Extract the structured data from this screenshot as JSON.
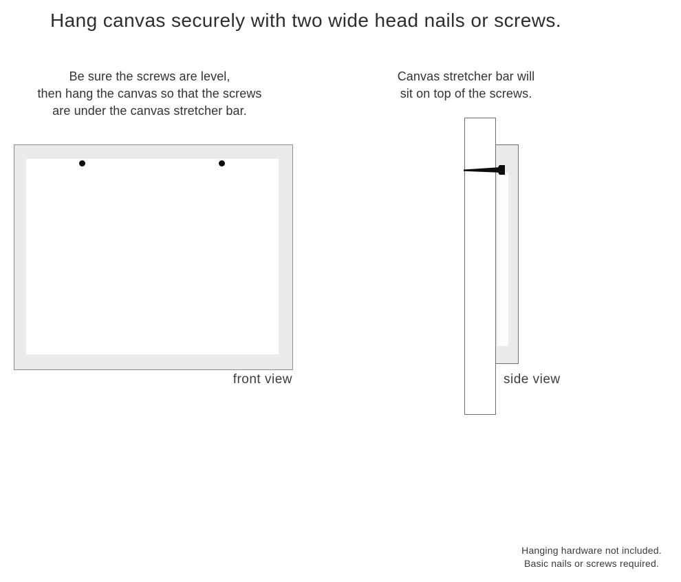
{
  "page": {
    "title": "Hang canvas securely with two wide head nails or screws."
  },
  "instructions": {
    "front": {
      "lines": [
        "Be sure the screws are level,",
        "then hang the canvas so that the screws",
        "are under the canvas stretcher bar."
      ]
    },
    "side": {
      "lines": [
        "Canvas stretcher bar will",
        "sit on top of the screws."
      ]
    }
  },
  "diagrams": {
    "front_view": {
      "label": "front view",
      "screw_count": 2,
      "screws": [
        "screw-left",
        "screw-right"
      ]
    },
    "side_view": {
      "label": "side view",
      "nail_icon": "nail-icon"
    }
  },
  "footnote": {
    "lines": [
      "Hanging hardware not included.",
      "Basic nails or screws required."
    ]
  },
  "colors": {
    "canvas_frame_fill": "#ebebeb",
    "frame_border": "#8c8c8c",
    "side_border": "#6e6e6e",
    "text": "#333333",
    "screw": "#0d0d0d",
    "page_bg": "#ffffff"
  }
}
